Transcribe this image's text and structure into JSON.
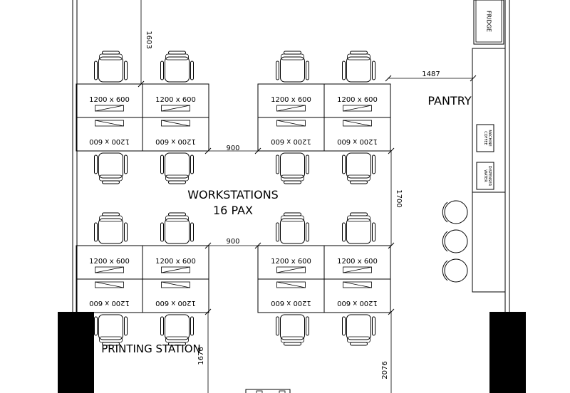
{
  "desk_label": "1200 x 600",
  "rooms": {
    "workstations": "WORKSTATIONS",
    "pax": "16 PAX",
    "pantry": "PANTRY",
    "printing": "PRINTING STATION"
  },
  "appliances": {
    "fridge": "FRIDGE",
    "coffee_line1": "COFFEE",
    "coffee_line2": "MACHINE",
    "water_line1": "WATER",
    "water_line2": "DISPENSER"
  },
  "dimensions": {
    "d1603": "1603",
    "d1487": "1487",
    "d900_top": "900",
    "d900_bottom": "900",
    "d1700": "1700",
    "d1676": "1676",
    "d2076": "2076"
  }
}
